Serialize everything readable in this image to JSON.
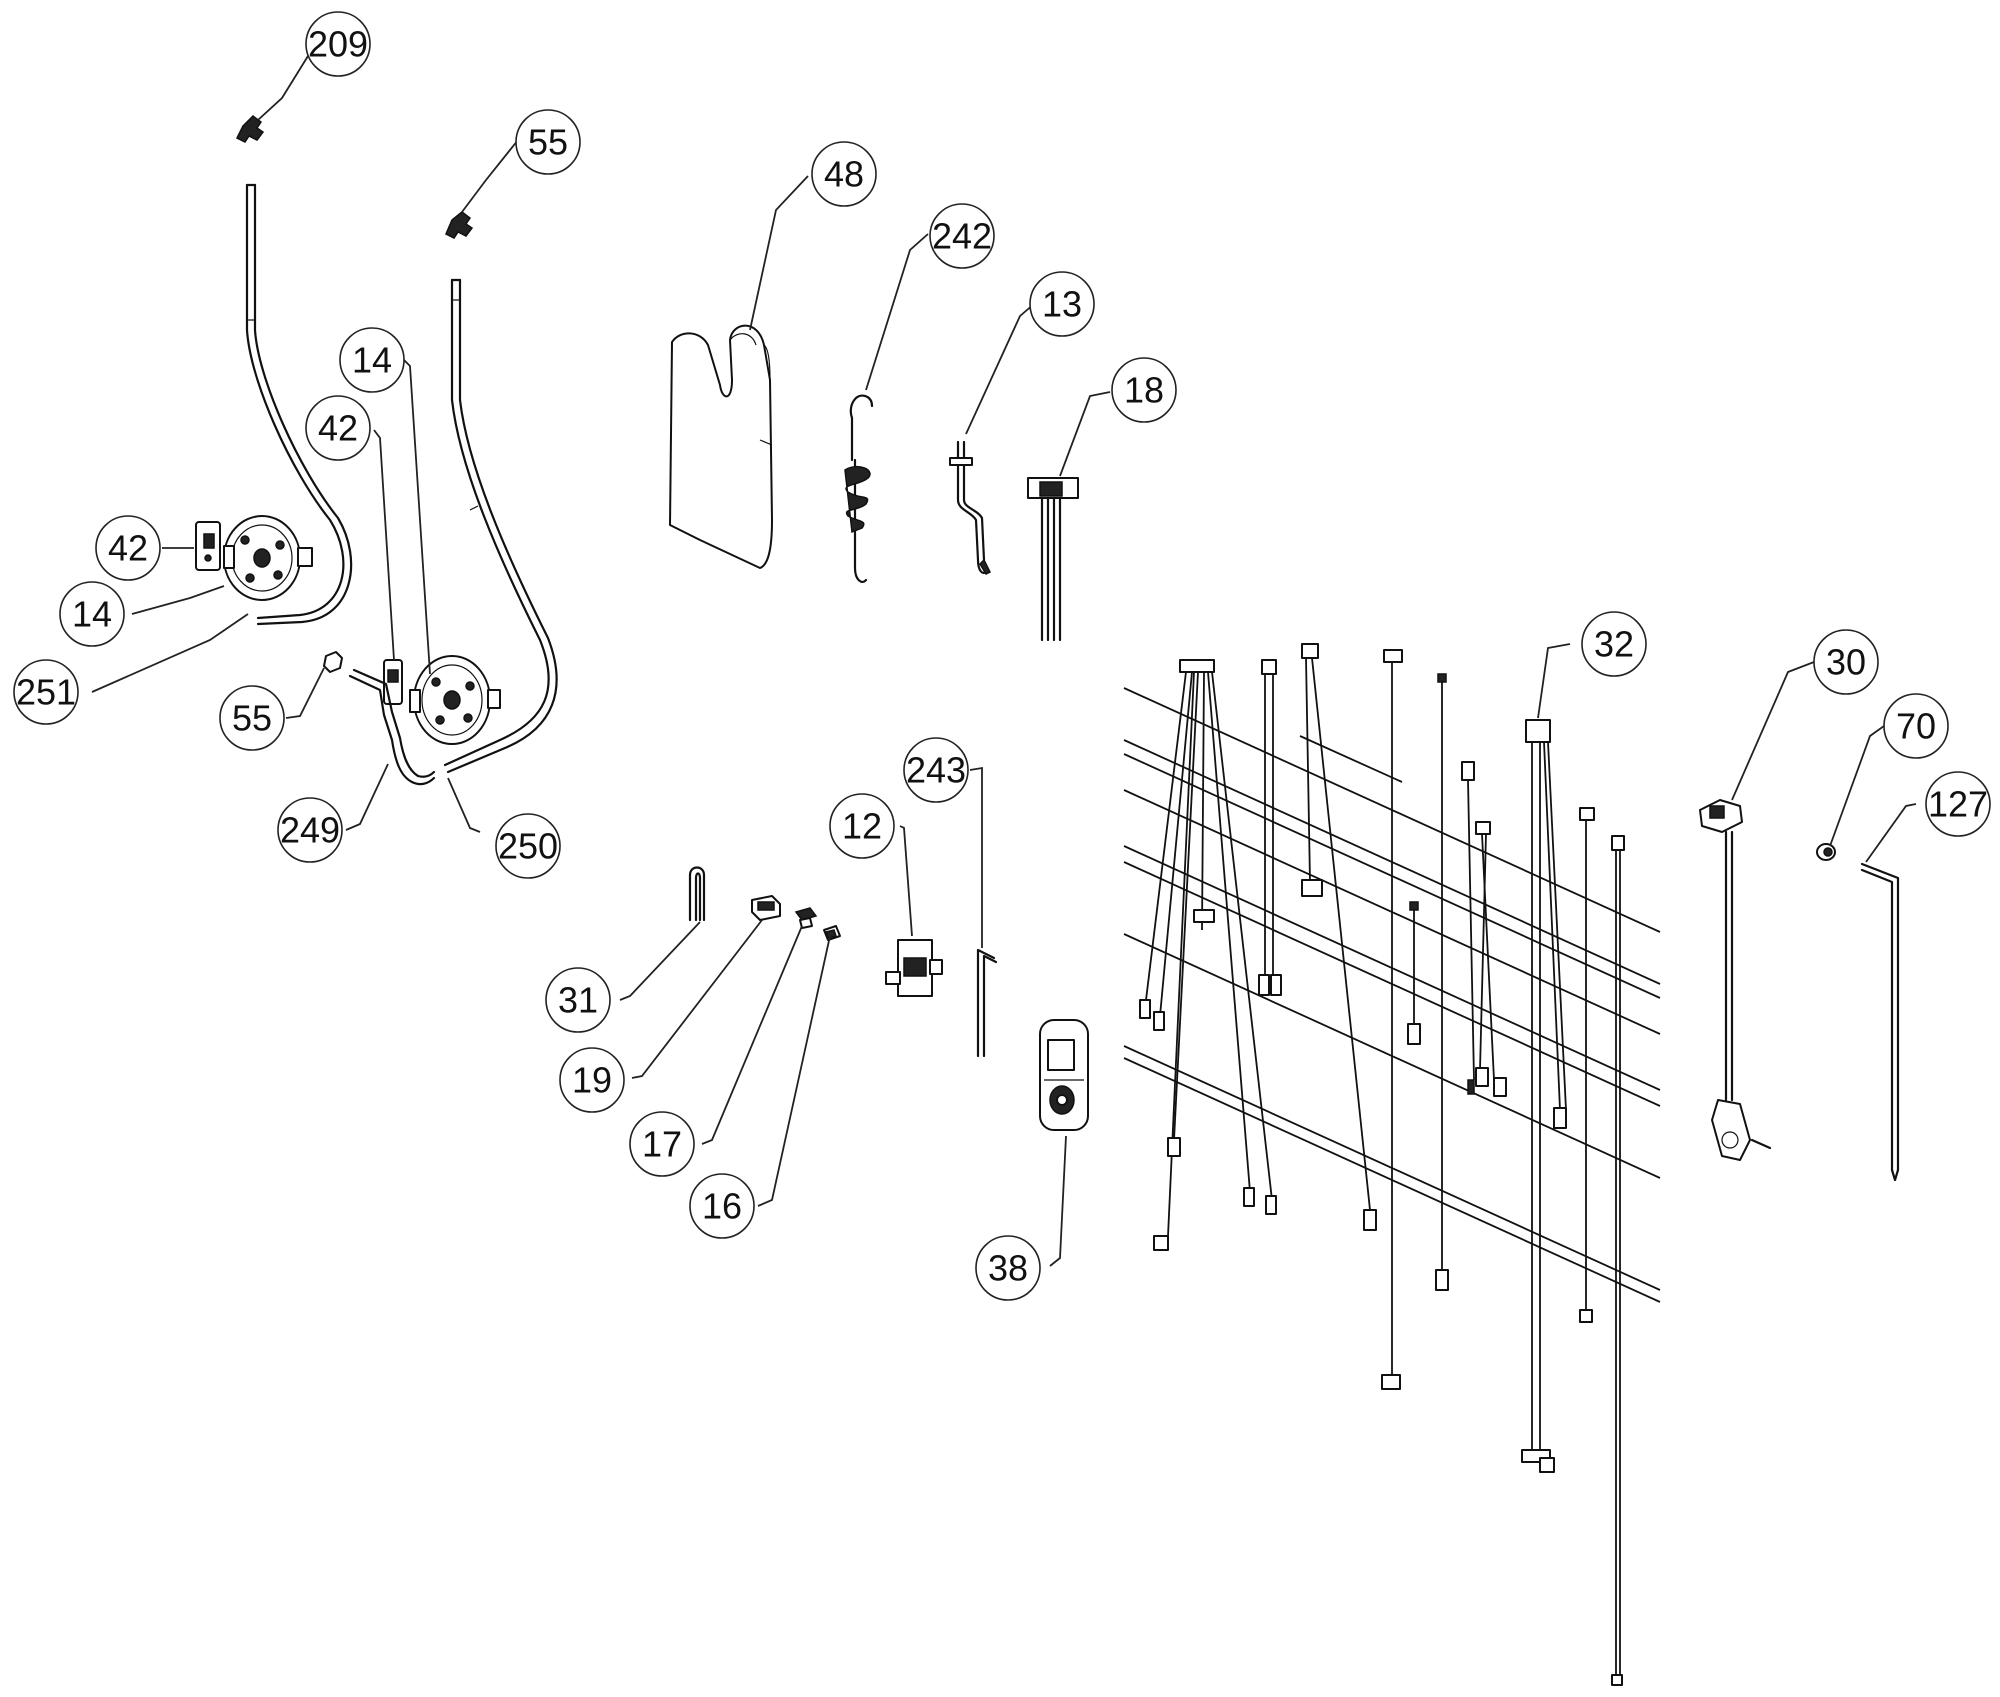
{
  "callouts": [
    {
      "id": "c209",
      "label": "209"
    },
    {
      "id": "c55a",
      "label": "55"
    },
    {
      "id": "c48",
      "label": "48"
    },
    {
      "id": "c242",
      "label": "242"
    },
    {
      "id": "c13",
      "label": "13"
    },
    {
      "id": "c18",
      "label": "18"
    },
    {
      "id": "c14a",
      "label": "14"
    },
    {
      "id": "c42a",
      "label": "42"
    },
    {
      "id": "c42b",
      "label": "42"
    },
    {
      "id": "c14b",
      "label": "14"
    },
    {
      "id": "c251",
      "label": "251"
    },
    {
      "id": "c55b",
      "label": "55"
    },
    {
      "id": "c249",
      "label": "249"
    },
    {
      "id": "c250",
      "label": "250"
    },
    {
      "id": "c32",
      "label": "32"
    },
    {
      "id": "c30",
      "label": "30"
    },
    {
      "id": "c70",
      "label": "70"
    },
    {
      "id": "c127",
      "label": "127"
    },
    {
      "id": "c243",
      "label": "243"
    },
    {
      "id": "c12",
      "label": "12"
    },
    {
      "id": "c31",
      "label": "31"
    },
    {
      "id": "c19",
      "label": "19"
    },
    {
      "id": "c17",
      "label": "17"
    },
    {
      "id": "c16",
      "label": "16"
    },
    {
      "id": "c38",
      "label": "38"
    }
  ]
}
